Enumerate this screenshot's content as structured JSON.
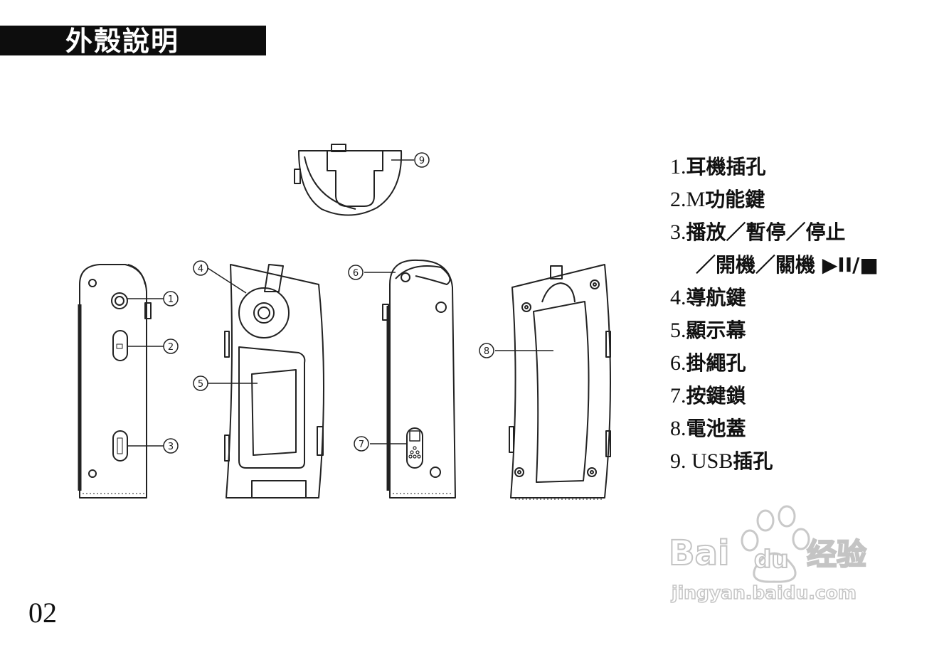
{
  "header": {
    "title": "外殼說明"
  },
  "callouts": [
    "1",
    "2",
    "3",
    "4",
    "5",
    "6",
    "7",
    "8",
    "9"
  ],
  "legend": [
    {
      "num": "1.",
      "label": "耳機插孔"
    },
    {
      "num": "2.M",
      "label": "功能鍵"
    },
    {
      "num": "3.",
      "label": "播放／暫停／停止"
    },
    {
      "num": "",
      "label": "／開機／關機 ▶II/■"
    },
    {
      "num": "4.",
      "label": "導航鍵"
    },
    {
      "num": "5.",
      "label": "顯示幕"
    },
    {
      "num": "6.",
      "label": "掛繩孔"
    },
    {
      "num": "7.",
      "label": "按鍵鎖"
    },
    {
      "num": "8.",
      "label": "電池蓋"
    },
    {
      "num": "9.  USB",
      "label": "插孔"
    }
  ],
  "page_number": "02",
  "watermark": {
    "brand_left": "Bai",
    "brand_mid": "du",
    "brand_right": "经验",
    "url": "jingyan.baidu.com"
  }
}
